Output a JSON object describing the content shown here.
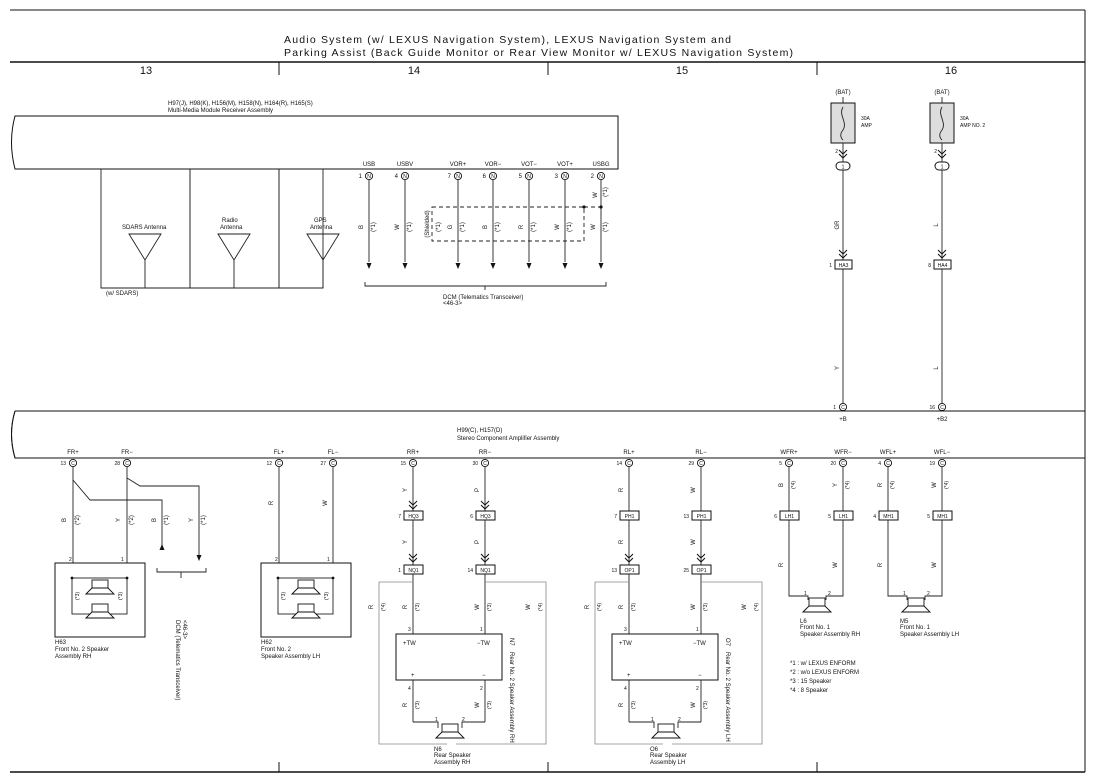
{
  "title": {
    "line1": "Audio System (w/ LEXUS Navigation System), LEXUS Navigation System and",
    "line2": "Parking Assist (Back Guide Monitor or Rear View Monitor w/ LEXUS Navigation System)"
  },
  "sections": [
    "13",
    "14",
    "15",
    "16"
  ],
  "receiver": {
    "codes": "H97(J), H98(K), H156(M), H158(N), H164(R), H165(S)",
    "name": "Multi-Media Module Receiver Assembly",
    "sdars": "SDARS Antenna",
    "radio1": "Radio",
    "radio2": "Antenna",
    "gps1": "GPS",
    "gps2": "Antenna",
    "w_sdars": "(w/ SDARS)",
    "shielded": "(Shielded)",
    "dcm1": "DCM (Telematics Transceiver)",
    "dcm2": "<46-3>",
    "pins": [
      {
        "name": "USB",
        "num": "1",
        "wire": "B",
        "note": "(*1)"
      },
      {
        "name": "USBV",
        "num": "4",
        "wire": "W",
        "note": "(*1)"
      },
      {
        "name": "VOR+",
        "num": "7",
        "wire": "G",
        "note": "(*1)"
      },
      {
        "name": "VOR−",
        "num": "6",
        "wire": "B",
        "note": "(*1)"
      },
      {
        "name": "VOT−",
        "num": "5",
        "wire": "R",
        "note": "(*1)"
      },
      {
        "name": "VOT+",
        "num": "3",
        "wire": "W",
        "note": "(*1)"
      },
      {
        "name": "USBG",
        "num": "2",
        "wire": "W",
        "note": "(*1)"
      }
    ]
  },
  "power": {
    "bat": "(BAT)",
    "fuse1_a": "30A",
    "fuse1_b": "AMP",
    "fuse2_a": "30A",
    "fuse2_b": "AMP NO. 2",
    "pin2": "2",
    "one": "1",
    "wire1": "GR",
    "wire2": "L",
    "wire1b": "Y",
    "wire2b": "L",
    "conn1_num": "1",
    "conn1": "HA3",
    "conn2_num": "8",
    "conn2": "HA4",
    "amp1_num": "1",
    "amp1_name": "+B",
    "amp2_num": "16",
    "amp2_name": "+B2"
  },
  "amp": {
    "codes": "H99(C), H157(D)",
    "name": "Stereo Component Amplifier Assembly",
    "pins": [
      {
        "name": "FR+",
        "num": "13"
      },
      {
        "name": "FR−",
        "num": "28"
      },
      {
        "name": "FL+",
        "num": "12"
      },
      {
        "name": "FL−",
        "num": "27"
      },
      {
        "name": "RR+",
        "num": "15"
      },
      {
        "name": "RR−",
        "num": "30"
      },
      {
        "name": "RL+",
        "num": "14"
      },
      {
        "name": "RL−",
        "num": "29"
      },
      {
        "name": "WFR+",
        "num": "5"
      },
      {
        "name": "WFR−",
        "num": "20"
      },
      {
        "name": "WFL+",
        "num": "4"
      },
      {
        "name": "WFL−",
        "num": "19"
      }
    ]
  },
  "connectors": {
    "hq3_7": "7",
    "hq3_6": "6",
    "hq3": "HQ3",
    "nq1_1": "1",
    "nq1_14": "14",
    "nq1": "NQ1",
    "ph1_7": "7",
    "ph1_13": "13",
    "ph1": "PH1",
    "op1_13": "13",
    "op1_25": "25",
    "op1": "OP1",
    "lh1_6": "6",
    "lh1_5": "5",
    "lh1": "LH1",
    "mh1_4": "4",
    "mh1_5": "5",
    "mh1": "MH1"
  },
  "wires": {
    "B": "B",
    "Y": "Y",
    "R": "R",
    "W": "W",
    "P": "P",
    "n1": "(*1)",
    "n2": "(*2)",
    "n3": "(*3)",
    "n4": "(*4)"
  },
  "speakers": {
    "h63_code": "H63",
    "h63_name1": "Front No. 2 Speaker",
    "h63_name2": "Assembly RH",
    "h62_code": "H62",
    "h62_name1": "Front No. 2",
    "h62_name2": "Speaker Assembly LH",
    "dcm_v1": "DCM (Telematics Transceiver)",
    "dcm_v2": "<46-3>",
    "n7_code": "N7",
    "n7_name": "Rear No. 2 Speaker Assembly RH",
    "o7_code": "O7",
    "o7_name": "Rear No. 2 Speaker Assembly LH",
    "n6_code": "N6",
    "n6_name1": "Rear Speaker",
    "n6_name2": "Assembly RH",
    "o6_code": "O6",
    "o6_name1": "Rear Speaker",
    "o6_name2": "Assembly LH",
    "l6_code": "L6",
    "l6_name1": "Front No. 1",
    "l6_name2": "Speaker Assembly RH",
    "m5_code": "M5",
    "m5_name1": "Front No. 1",
    "m5_name2": "Speaker Assembly LH",
    "tw_plus": "+TW",
    "tw_minus": "−TW",
    "plus": "+",
    "minus": "−",
    "p1": "1",
    "p2": "2",
    "p3": "3",
    "p4": "4"
  },
  "notes": [
    "*1 : w/ LEXUS ENFORM",
    "*2 : w/o LEXUS ENFORM",
    "*3 : 15 Speaker",
    "*4 : 8 Speaker"
  ]
}
